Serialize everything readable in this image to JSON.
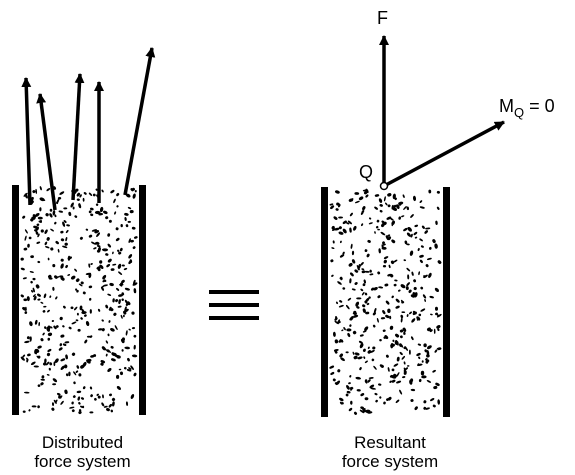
{
  "left_panel": {
    "caption_line1": "Distributed",
    "caption_line2": "force system"
  },
  "right_panel": {
    "caption_line1": "Resultant",
    "caption_line2": "force system",
    "force_label": "F",
    "point_label": "Q",
    "moment_label_main": "M",
    "moment_label_sub": "Q",
    "moment_label_value": " = 0"
  },
  "equivalence_symbol": "≡"
}
